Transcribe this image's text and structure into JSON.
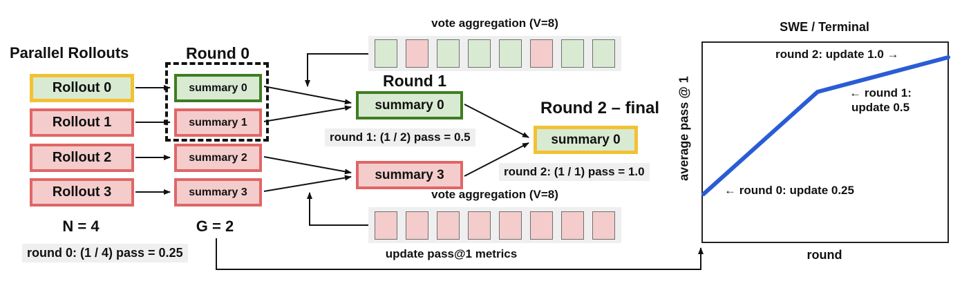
{
  "palette": {
    "green_fill": "#d9ead3",
    "pink_fill": "#f4cccc",
    "green_border": "#3f7d20",
    "red_border": "#e06666",
    "gold_border": "#f1c232",
    "strip_bg": "#efefef",
    "caption_bg": "#efefef",
    "line_blue": "#2a5cd5",
    "arrow_black": "#111111"
  },
  "left": {
    "heading": "Parallel Rollouts",
    "rollouts": [
      {
        "label": "Rollout 0",
        "variant": "green-gold"
      },
      {
        "label": "Rollout 1",
        "variant": "pink-red"
      },
      {
        "label": "Rollout 2",
        "variant": "pink-red"
      },
      {
        "label": "Rollout 3",
        "variant": "pink-red"
      }
    ],
    "n_label": "N = 4",
    "metric": "round 0: (1 / 4) pass = 0.25"
  },
  "round0": {
    "heading": "Round 0",
    "summaries": [
      {
        "label": "summary 0",
        "variant": "green"
      },
      {
        "label": "summary 1",
        "variant": "pink"
      },
      {
        "label": "summary 2",
        "variant": "pink"
      },
      {
        "label": "summary 3",
        "variant": "pink"
      }
    ],
    "g_label": "G = 2"
  },
  "vote_top": {
    "label": "vote aggregation (V=8)",
    "squares": [
      "green",
      "pink",
      "green",
      "green",
      "green",
      "pink",
      "green",
      "green"
    ]
  },
  "round1": {
    "heading": "Round 1",
    "summary_top": {
      "label": "summary 0",
      "variant": "green"
    },
    "metric": "round 1: (1 / 2) pass = 0.5",
    "summary_bottom": {
      "label": "summary 3",
      "variant": "pink"
    }
  },
  "vote_bottom": {
    "label": "vote aggregation (V=8)",
    "squares": [
      "pink",
      "pink",
      "pink",
      "pink",
      "pink",
      "pink",
      "pink",
      "pink"
    ],
    "update_label": "update pass@1 metrics"
  },
  "round2": {
    "heading": "Round 2 – final",
    "summary": {
      "label": "summary 0",
      "variant": "green-gold"
    },
    "metric": "round 2: (1 / 1) pass = 1.0"
  },
  "chart": {
    "title": "SWE / Terminal",
    "ylabel": "average pass @ 1",
    "xlabel": "round",
    "ann_round2": "round 2: update 1.0 →",
    "ann_round1": "← round 1:\nupdate 0.5",
    "ann_round0": "← round 0: update 0.25"
  },
  "chart_data": {
    "type": "line",
    "title": "SWE / Terminal",
    "xlabel": "round",
    "ylabel": "average pass @ 1",
    "x": [
      0,
      1,
      2
    ],
    "series": [
      {
        "name": "average pass @ 1",
        "values": [
          0.25,
          0.5,
          1.0
        ]
      }
    ],
    "annotations": [
      {
        "x": 0,
        "y": 0.25,
        "text": "← round 0: update 0.25"
      },
      {
        "x": 1,
        "y": 0.5,
        "text": "← round 1: update 0.5"
      },
      {
        "x": 2,
        "y": 1.0,
        "text": "round 2: update 1.0 →"
      }
    ],
    "line_color": "#2a5cd5",
    "grid": false,
    "legend": "none",
    "xlim": [
      0,
      2
    ],
    "ylim": [
      0,
      1.05
    ]
  }
}
